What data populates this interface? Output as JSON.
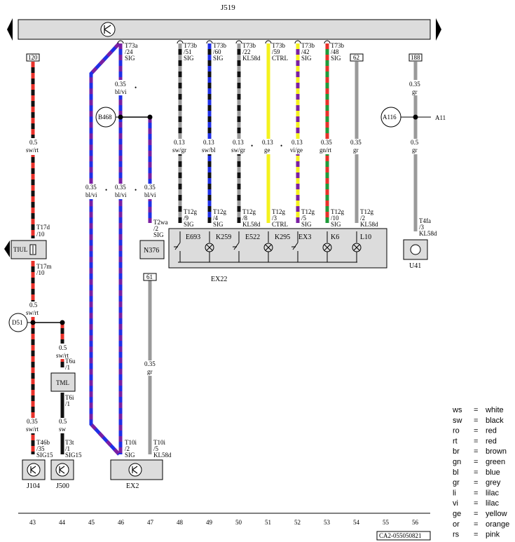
{
  "title": "J519",
  "footer_code": "CA2-055050821",
  "columns": [
    "43",
    "44",
    "45",
    "46",
    "47",
    "48",
    "49",
    "50",
    "51",
    "52",
    "53",
    "54",
    "55",
    "56"
  ],
  "legend": [
    {
      "code": "ws",
      "eq": "=",
      "name": "white"
    },
    {
      "code": "sw",
      "eq": "=",
      "name": "black"
    },
    {
      "code": "ro",
      "eq": "=",
      "name": "red"
    },
    {
      "code": "rt",
      "eq": "=",
      "name": "red"
    },
    {
      "code": "br",
      "eq": "=",
      "name": "brown"
    },
    {
      "code": "gn",
      "eq": "=",
      "name": "green"
    },
    {
      "code": "bl",
      "eq": "=",
      "name": "blue"
    },
    {
      "code": "gr",
      "eq": "=",
      "name": "grey"
    },
    {
      "code": "li",
      "eq": "=",
      "name": "lilac"
    },
    {
      "code": "vi",
      "eq": "=",
      "name": "lilac"
    },
    {
      "code": "ge",
      "eq": "=",
      "name": "yellow"
    },
    {
      "code": "or",
      "eq": "=",
      "name": "orange"
    },
    {
      "code": "rs",
      "eq": "=",
      "name": "pink"
    }
  ],
  "colors": {
    "red": "#e8312a",
    "black": "#111111",
    "blue": "#1f2fe6",
    "purple": "#7a1fa2",
    "yellow": "#f4f21e",
    "green": "#1f9a3a",
    "grey": "#9a9a9a",
    "box": "#dcdcdc"
  },
  "labels": {
    "top_120": "120",
    "top_62": "62",
    "top_188": "188",
    "mid_61": "61",
    "c43_a_size": "0.5",
    "c43_a_color": "sw/rt",
    "t17d_a": "T17d",
    "t17d_b": "/10",
    "tiul": "TIUL",
    "t17m_a": "T17m",
    "t17m_b": "/10",
    "c43_b_size": "0.5",
    "c43_b_color": "sw/rt",
    "d51": "D51",
    "c43_c_size": "0.35",
    "c43_c_color": "sw/rt",
    "t46b_a": "T46b",
    "t46b_b": "/35",
    "t46b_c": "SIG15",
    "j104": "J104",
    "c44_a_size": "0.5",
    "c44_a_color": "sw/rt",
    "t6u_a": "T6u",
    "t6u_b": "/1",
    "tml": "TML",
    "t6i_a": "T6i",
    "t6i_b": "/1",
    "c44_b_size": "0.5",
    "c44_b_color": "sw",
    "t3t_a": "T3t",
    "t3t_b": "/1",
    "t3t_c": "SIG15",
    "j500": "J500",
    "t73a_a": "T73a",
    "t73a_b": "/24",
    "t73a_c": "SIG",
    "c46_a_size": "0.35",
    "c46_a_color": "bl/vi",
    "b468": "B468",
    "c45_size": "0.35",
    "c45_color": "bl/vi",
    "c46_b_size": "0.35",
    "c46_b_color": "bl/vi",
    "c47_a_size": "0.35",
    "c47_a_color": "bl/vi",
    "t2wa_a": "T2wa",
    "t2wa_b": "/2",
    "t2wa_c": "SIG",
    "n376": "N376",
    "c47_b_size": "0.35",
    "c47_b_color": "gr",
    "t10i46_a": "T10i",
    "t10i46_b": "/2",
    "t10i46_c": "SIG",
    "t10i47_a": "T10i",
    "t10i47_b": "/5",
    "t10i47_c": "KL58d",
    "ex2": "EX2",
    "t73b51_a": "T73b",
    "t73b51_b": "/51",
    "t73b51_c": "SIG",
    "t73b60_a": "T73b",
    "t73b60_b": "/60",
    "t73b60_c": "SIG",
    "t73b22_a": "T73b",
    "t73b22_b": "/22",
    "t73b22_c": "KL58d",
    "t73b59_a": "T73b",
    "t73b59_b": "/59",
    "t73b59_c": "CTRL",
    "t73b42_a": "T73b",
    "t73b42_b": "/42",
    "t73b42_c": "SIG",
    "t73b48_a": "T73b",
    "t73b48_b": "/48",
    "t73b48_c": "SIG",
    "c48_size": "0.13",
    "c48_color": "sw/gr",
    "c49_size": "0.13",
    "c49_color": "sw/bl",
    "c50_size": "0.13",
    "c50_color": "sw/gr",
    "c51_size": "0.13",
    "c51_color": "ge",
    "c52_size": "0.13",
    "c52_color": "vi/ge",
    "c53_size": "0.35",
    "c53_color": "gn/rt",
    "c54_size": "0.35",
    "c54_color": "gr",
    "c56_a_size": "0.35",
    "c56_a_color": "gr",
    "c56_b_size": "0.5",
    "c56_b_color": "gr",
    "a116": "A116",
    "a11": "A11",
    "t12g9_a": "T12g",
    "t12g9_b": "/9",
    "t12g9_c": "SIG",
    "t12g4_a": "T12g",
    "t12g4_b": "/4",
    "t12g4_c": "SIG",
    "t12g8_a": "T12g",
    "t12g8_b": "/8",
    "t12g8_c": "KL58d",
    "t12g3_a": "T12g",
    "t12g3_b": "/3",
    "t12g3_c": "CTRL",
    "t12g5_a": "T12g",
    "t12g5_b": "/5",
    "t12g5_c": "SIG",
    "t12g10_a": "T12g",
    "t12g10_b": "/10",
    "t12g10_c": "SIG",
    "t12g2_a": "T12g",
    "t12g2_b": "/2",
    "t12g2_c": "KL58d",
    "t4fa_a": "T4fa",
    "t4fa_b": "/3",
    "t4fa_c": "KL58d",
    "e693": "E693",
    "k259": "K259",
    "e522": "E522",
    "k295": "K295",
    "ex3": "EX3",
    "k6": "K6",
    "l10": "L10",
    "ex22": "EX22",
    "u41": "U41"
  }
}
